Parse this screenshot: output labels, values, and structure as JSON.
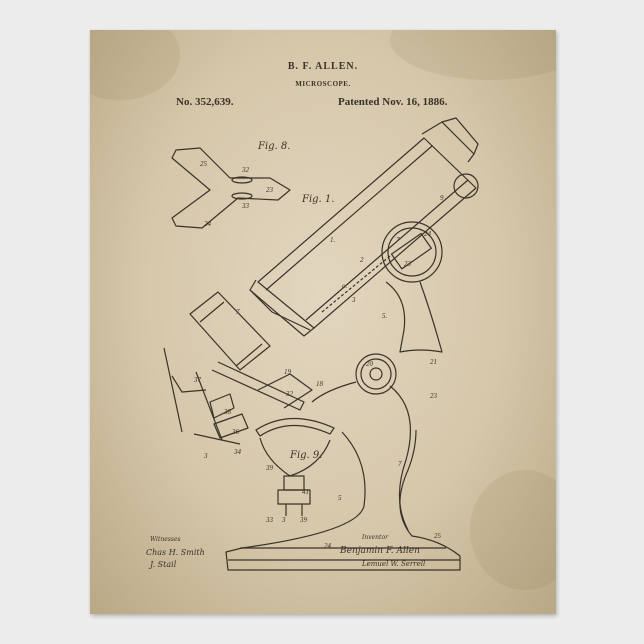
{
  "patent": {
    "inventor_header": "B. F. ALLEN.",
    "title": "MICROSCOPE.",
    "number": "No. 352,639.",
    "date": "Patented Nov. 16, 1886."
  },
  "figures": {
    "fig8": "Fig. 8.",
    "fig1": "Fig. 1.",
    "fig9": "Fig. 9."
  },
  "signatures": {
    "witnesses_label": "Witnesses",
    "witness_1": "Chas H. Smith",
    "witness_2": "J. Stail",
    "inventor_label": "Inventor",
    "inventor_name": "Benjamin F. Allen",
    "attorney": "Lemuel W. Serrell"
  },
  "colors": {
    "paper": "#d9cbb0",
    "ink": "#3a3329"
  }
}
